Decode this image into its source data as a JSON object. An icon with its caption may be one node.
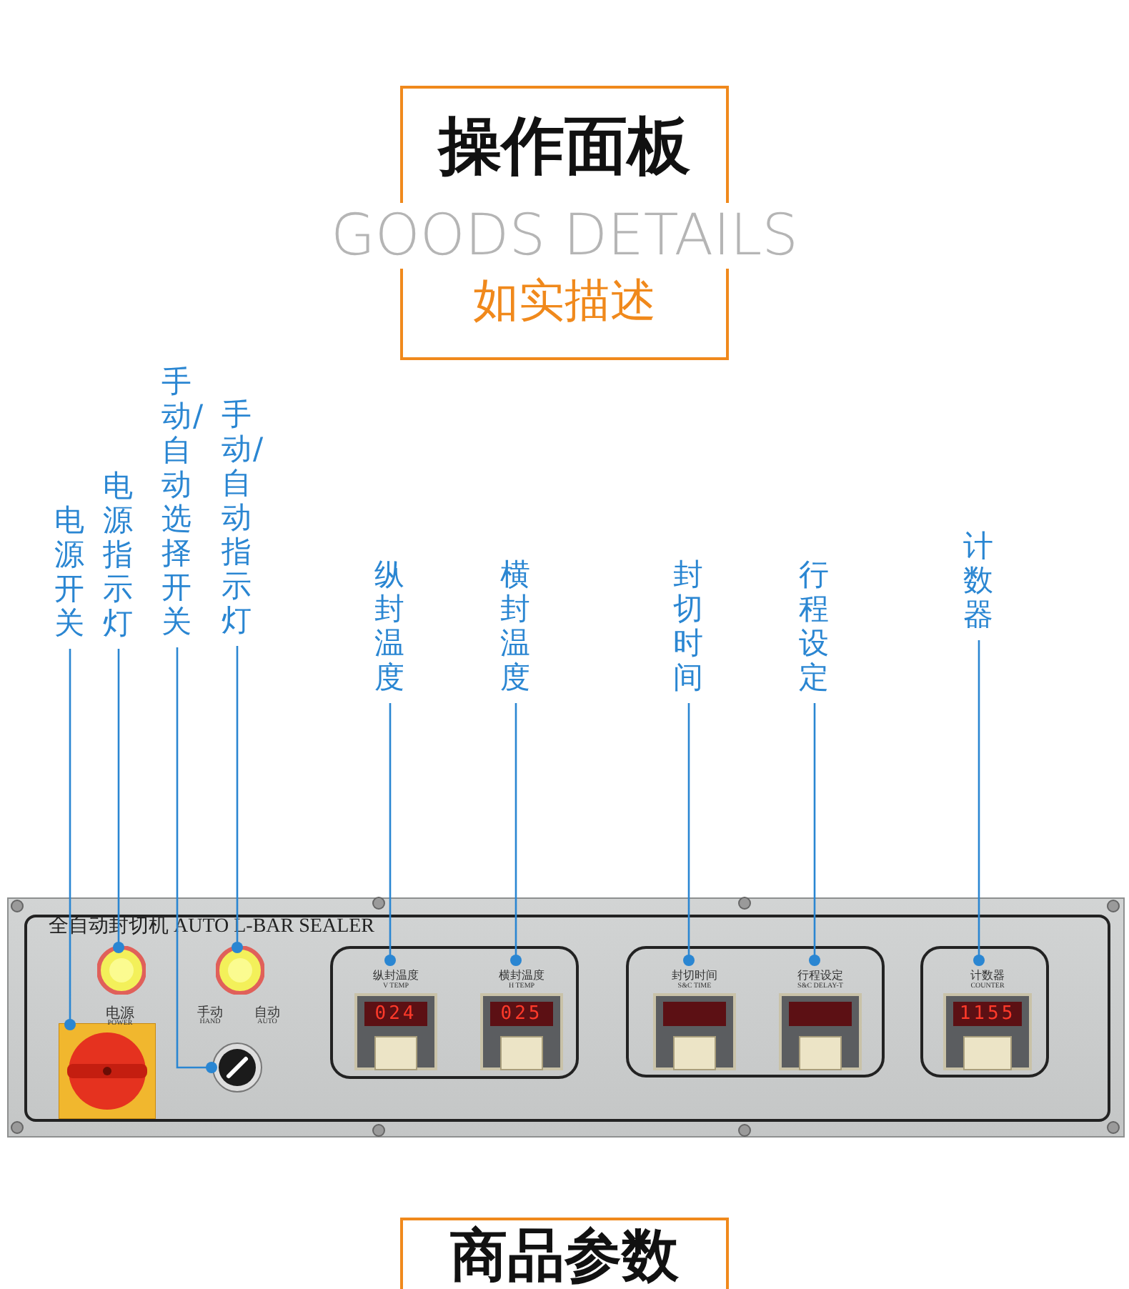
{
  "diagram": {
    "nodes": [
      {
        "text": [
          "操作面板",
          "GOODS DETAILS",
          "如实描述"
        ]
      },
      {
        "text": [
          "电源开关"
        ]
      },
      {
        "text": [
          "电源指示灯"
        ]
      },
      {
        "text": [
          "手动/自动选择开关"
        ]
      },
      {
        "text": [
          "手动/自动指示灯"
        ]
      },
      {
        "text": [
          "纵封温度"
        ]
      },
      {
        "text": [
          "横封温度"
        ]
      },
      {
        "text": [
          "封切时间"
        ]
      },
      {
        "text": [
          "行程设定"
        ]
      },
      {
        "text": [
          "计数器"
        ]
      },
      {
        "text": [
          "全自动封切机 AUTO L-BAR SEALER"
        ]
      },
      {
        "text": [],
        "shape": "picture",
        "in": 10
      },
      {
        "text": [],
        "shape": "circle",
        "in": 10
      },
      {
        "text": [],
        "shape": "circle",
        "in": 10
      },
      {
        "text": [],
        "shape": "circle",
        "in": 10
      },
      {
        "text": [],
        "shape": "box",
        "in": 10
      },
      {
        "text": [
          "纵封温度",
          "V TEMP",
          "024"
        ],
        "in": 15
      },
      {
        "text": [
          "横封温度",
          "H TEMP",
          "025"
        ],
        "in": 15
      },
      {
        "text": [],
        "shape": "box",
        "in": 10
      },
      {
        "text": [
          "封切时间",
          "S&C TIME"
        ],
        "in": 18
      },
      {
        "text": [
          "行程设定",
          "S&C DELAY-T"
        ],
        "in": 18
      },
      {
        "text": [],
        "shape": "box",
        "in": 10
      },
      {
        "text": [
          "计数器",
          "COUNTER",
          "1155"
        ],
        "in": 21
      },
      {
        "text": [
          "商品参数"
        ]
      }
    ],
    "edges": [
      {
        "from": 1,
        "to": 11,
        "arrow": "other"
      },
      {
        "from": 2,
        "to": 12,
        "arrow": "other"
      },
      {
        "from": 3,
        "to": 13,
        "arrow": "other"
      },
      {
        "from": 4,
        "to": 14,
        "arrow": "other"
      },
      {
        "from": 5,
        "to": 16,
        "arrow": "other"
      },
      {
        "from": 6,
        "to": 17,
        "arrow": "other"
      },
      {
        "from": 7,
        "to": 19,
        "arrow": "other"
      },
      {
        "from": 8,
        "to": 20,
        "arrow": "other"
      },
      {
        "from": 9,
        "to": 22,
        "arrow": "other"
      }
    ],
    "labels": [
      "电源",
      "POWER",
      "手动",
      "HAND",
      "自动",
      "AUTO"
    ]
  }
}
